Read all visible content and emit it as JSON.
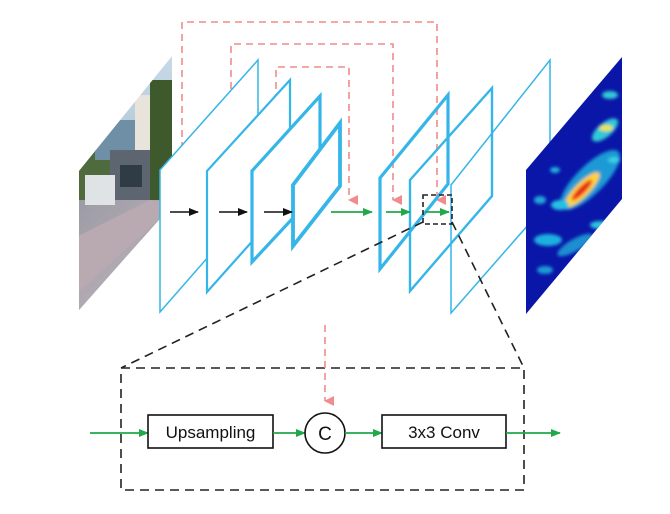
{
  "diagram": {
    "labels": {
      "upsampling": "Upsampling",
      "concat": "C",
      "conv": "3x3 Conv"
    },
    "colors": {
      "feature_map": "#35b5e8",
      "skip_connection": "#f08c8c",
      "decoder_flow": "#20a84a",
      "encoder_flow": "#111111",
      "zoom_box": "#222222"
    },
    "components": {
      "input": "road scene photo",
      "output": "prediction heatmap",
      "encoder_maps": 4,
      "decoder_maps": 3,
      "skip_connections": 3
    }
  }
}
